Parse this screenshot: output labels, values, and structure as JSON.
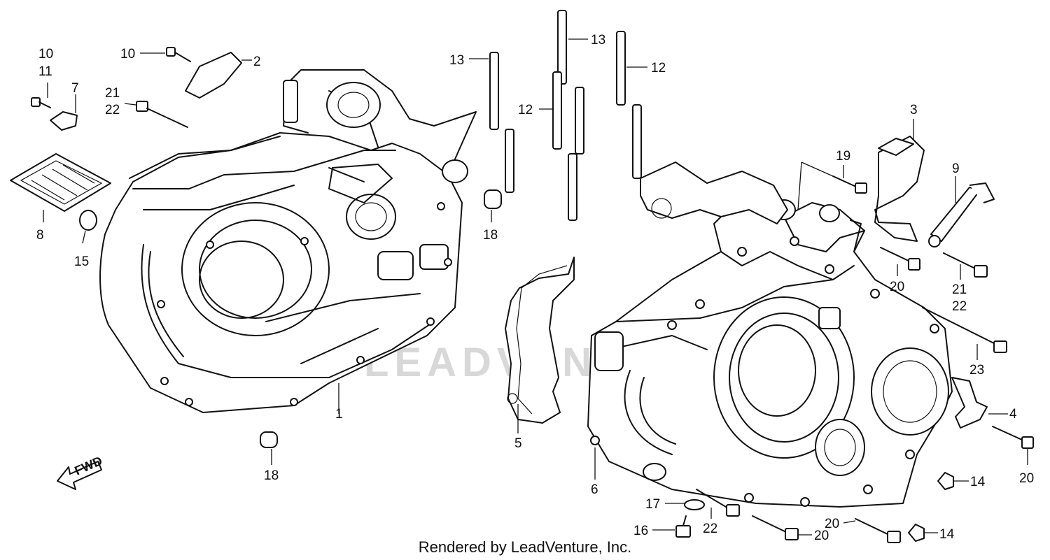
{
  "watermark": "LEADVENTURE",
  "footer": "Rendered by LeadVenture, Inc.",
  "direction_label": "FWD",
  "callouts": {
    "c10a": "10",
    "c11a": "11",
    "c7": "7",
    "c10b": "10",
    "c2": "2",
    "c21a": "21",
    "c22a": "22",
    "c8": "8",
    "c15": "15",
    "c13a": "13",
    "c13b": "13",
    "c12a": "12",
    "c12b": "12",
    "c18a": "18",
    "c18b": "18",
    "c1": "1",
    "c5": "5",
    "c6": "6",
    "c3": "3",
    "c19": "19",
    "c9": "9",
    "c20a": "20",
    "c21b": "21",
    "c22b": "22",
    "c23": "23",
    "c4": "4",
    "c20b": "20",
    "c14a": "14",
    "c14b": "14",
    "c17": "17",
    "c16": "16",
    "c22c": "22",
    "c20c": "20",
    "c20d": "20"
  }
}
